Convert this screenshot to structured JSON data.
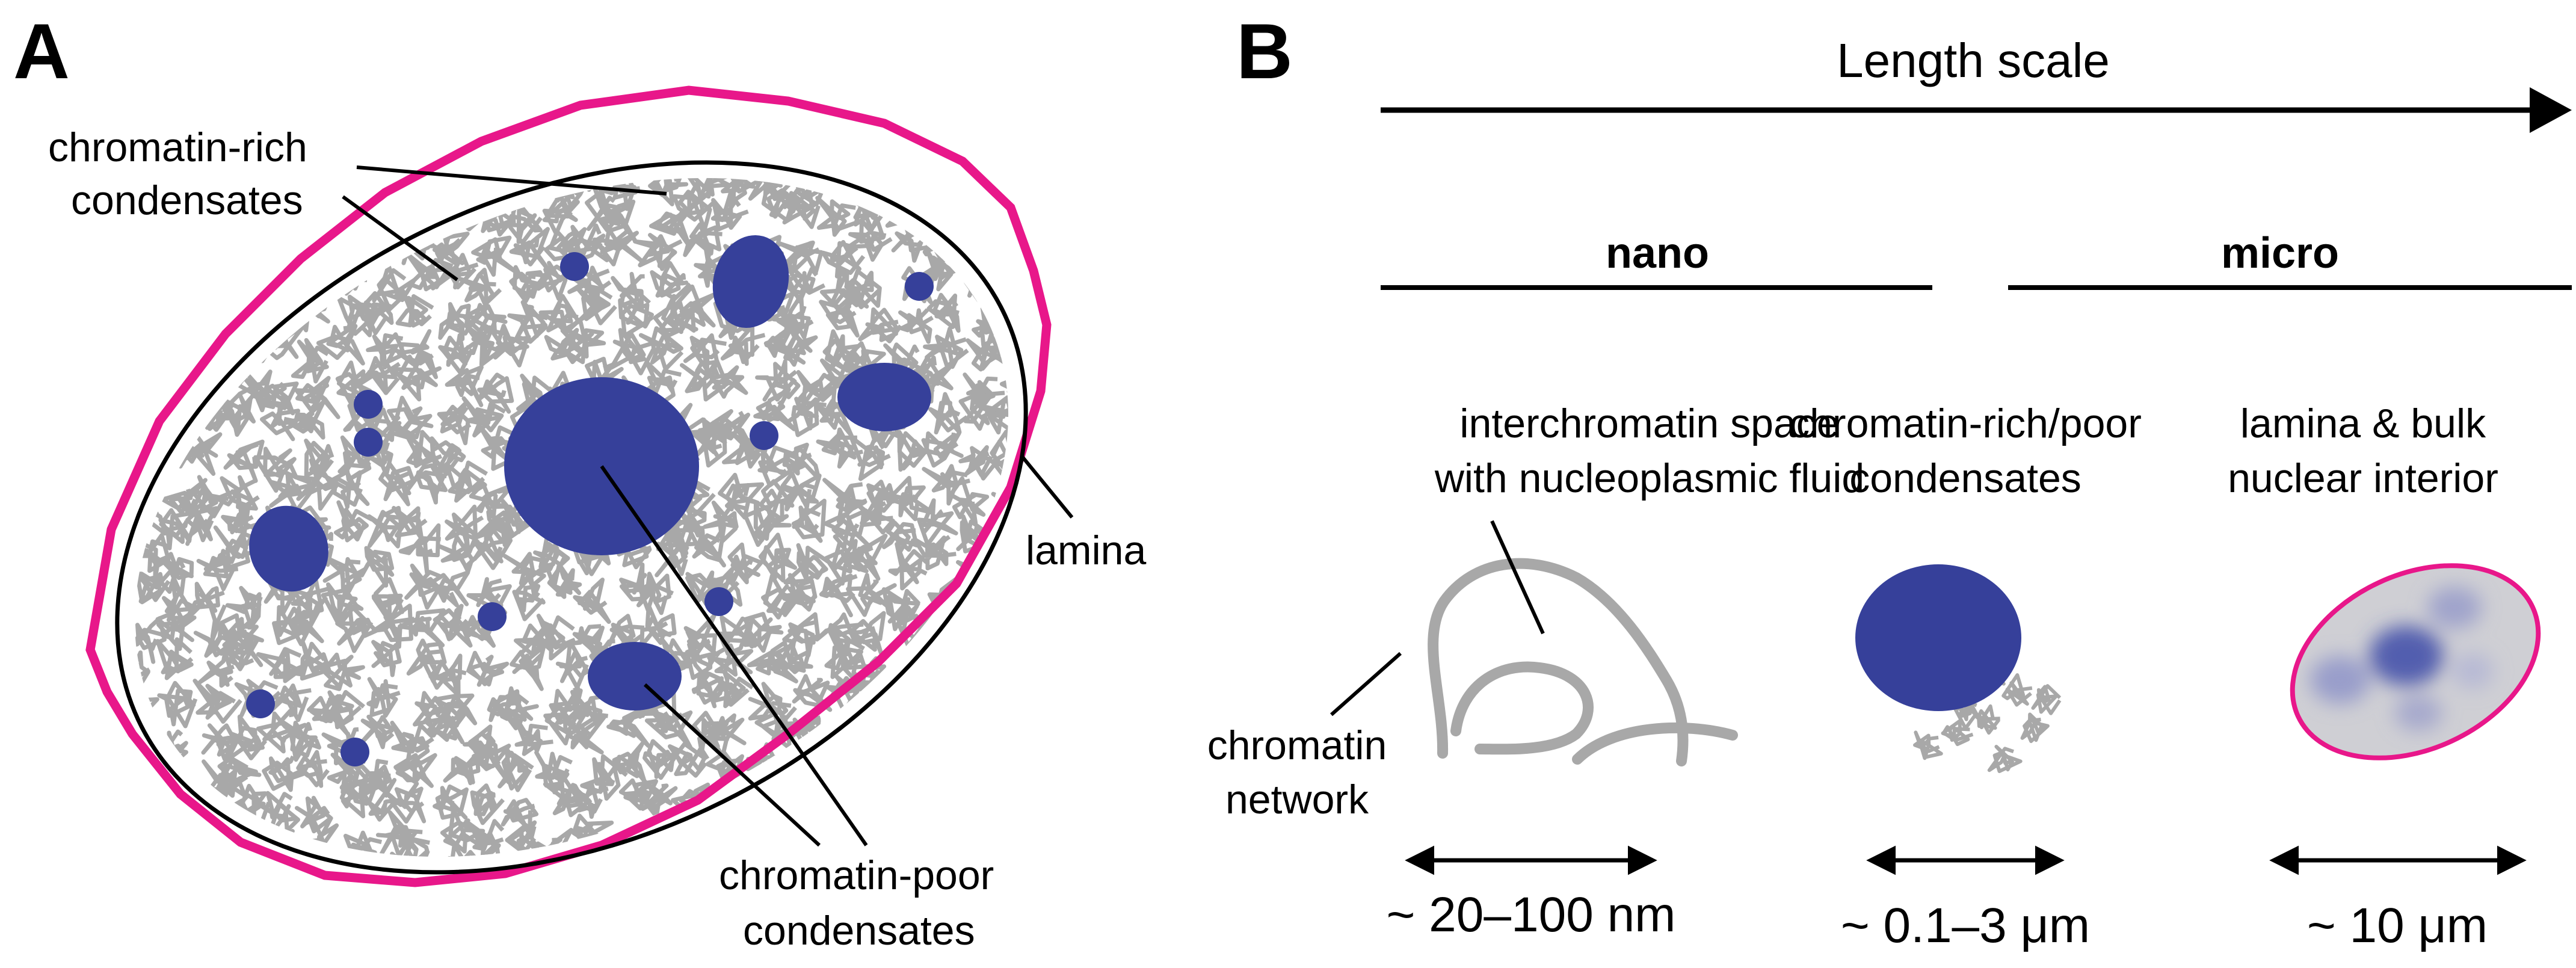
{
  "panel_a": {
    "letter": "A",
    "labels": {
      "chromatin_rich_line1": "chromatin-rich",
      "chromatin_rich_line2": "condensates",
      "lamina": "lamina",
      "chromatin_poor_line1": "chromatin-poor",
      "chromatin_poor_line2": "condensates"
    },
    "colors": {
      "lamina": "#e8178a",
      "envelope": "#000000",
      "chromatin": "#a8a8a8",
      "condensate": "#36409a"
    }
  },
  "panel_b": {
    "letter": "B",
    "scale_title": "Length scale",
    "categories": {
      "nano": "nano",
      "micro": "micro"
    },
    "items": {
      "interchromatin_line1": "interchromatin space",
      "interchromatin_line2": "with nucleoplasmic fluid",
      "network_line1": "chromatin",
      "network_line2": "network",
      "condensates_line1": "chromatin-rich/poor",
      "condensates_line2": "condensates",
      "lamina_line1": "lamina & bulk",
      "lamina_line2": "nuclear interior"
    },
    "measures": {
      "nano": "~ 20–100 nm",
      "condensate": "~ 0.1–3 μm",
      "micro": "~ 10 μm"
    }
  }
}
